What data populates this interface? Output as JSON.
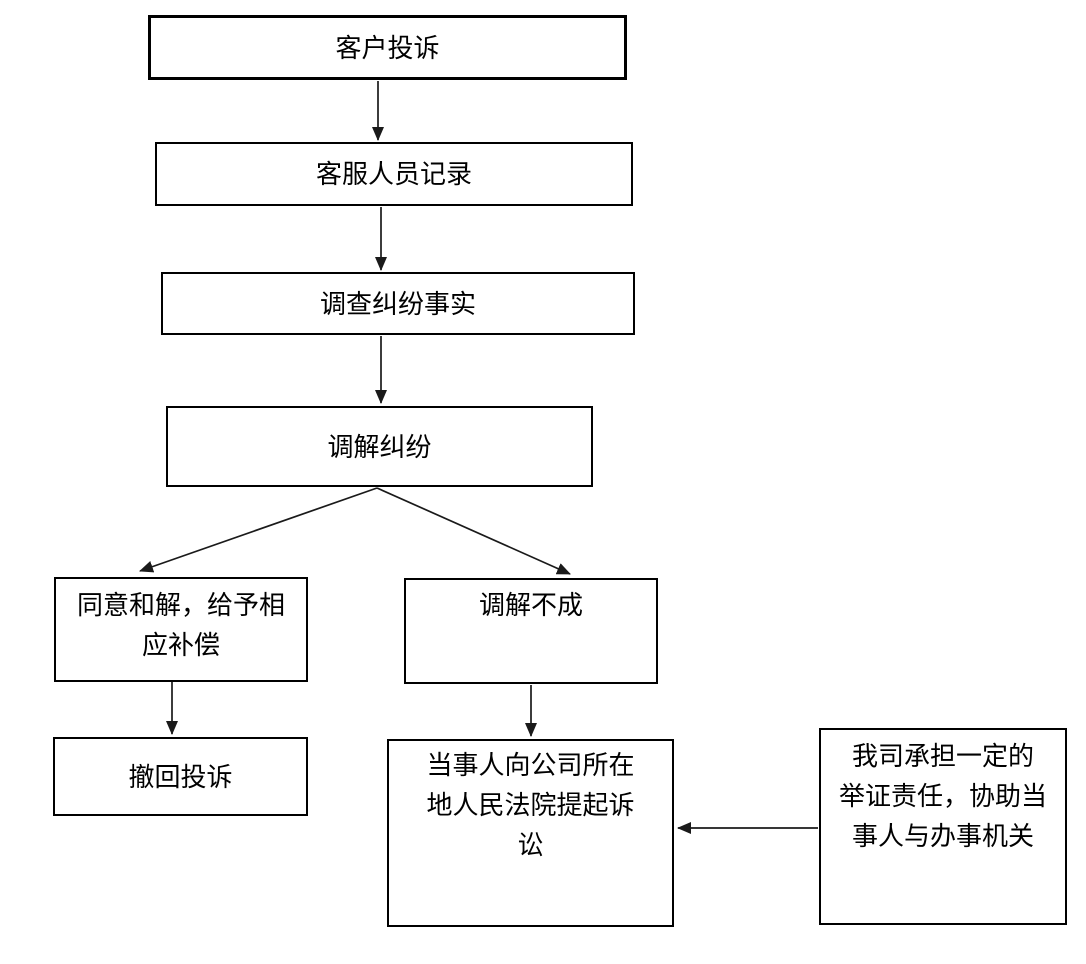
{
  "page": {
    "background": "#ffffff"
  },
  "diagram": {
    "type": "flowchart",
    "direction": "top-down",
    "colors": {
      "node_border": "#000000",
      "node_fill": "#ffffff",
      "text": "#000000",
      "arrow": "#1a1a1a"
    },
    "nodes": [
      {
        "id": "customer-complaint",
        "label": "客户投诉"
      },
      {
        "id": "service-staff-record",
        "label": "客服人员记录"
      },
      {
        "id": "investigate-dispute-facts",
        "label": "调查纠纷事实"
      },
      {
        "id": "mediate-dispute",
        "label": "调解纠纷"
      },
      {
        "id": "agree-settlement-compensation",
        "label": "同意和解，给予相\n应补偿"
      },
      {
        "id": "mediation-unsuccessful",
        "label": "调解不成"
      },
      {
        "id": "withdraw-complaint",
        "label": "撤回投诉"
      },
      {
        "id": "file-lawsuit-court",
        "label": "当事人向公司所在\n地人民法院提起诉\n讼"
      },
      {
        "id": "company-burden-of-proof",
        "label": "我司承担一定的\n举证责任，协助当\n事人与办事机关"
      }
    ],
    "edges": [
      {
        "from": "customer-complaint",
        "to": "service-staff-record"
      },
      {
        "from": "service-staff-record",
        "to": "investigate-dispute-facts"
      },
      {
        "from": "investigate-dispute-facts",
        "to": "mediate-dispute"
      },
      {
        "from": "mediate-dispute",
        "to": "agree-settlement-compensation"
      },
      {
        "from": "mediate-dispute",
        "to": "mediation-unsuccessful"
      },
      {
        "from": "agree-settlement-compensation",
        "to": "withdraw-complaint"
      },
      {
        "from": "mediation-unsuccessful",
        "to": "file-lawsuit-court"
      },
      {
        "from": "company-burden-of-proof",
        "to": "file-lawsuit-court"
      }
    ]
  }
}
